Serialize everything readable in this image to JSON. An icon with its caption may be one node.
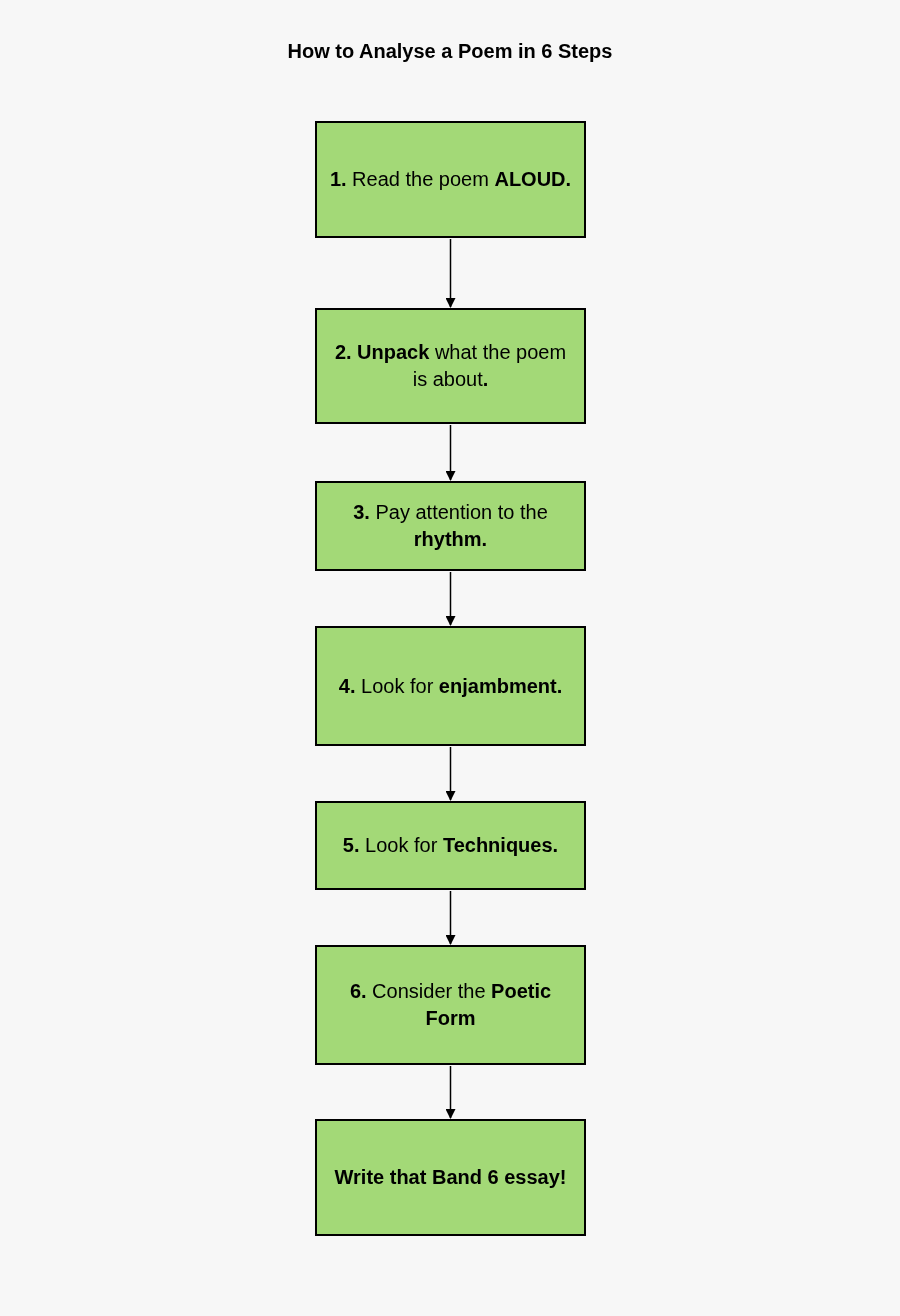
{
  "diagram": {
    "title": "How to Analyse a Poem in 6 Steps",
    "nodes": [
      {
        "text": [
          "**1.** Read the poem **ALOUD.**"
        ]
      },
      {
        "text": [
          "**2. Unpack** what the poem is about**.**"
        ]
      },
      {
        "text": [
          "**3.** Pay attention to the **rhythm.**"
        ]
      },
      {
        "text": [
          "**4.** Look for **enjambment.**"
        ]
      },
      {
        "text": [
          "**5.** Look for **Techniques.**"
        ]
      },
      {
        "text": [
          "**6.** Consider the **Poetic Form**"
        ]
      },
      {
        "text": [
          "Write that Band 6 essay!"
        ]
      }
    ],
    "edges": [
      {
        "from": 0,
        "to": 1,
        "arrow": "to"
      },
      {
        "from": 1,
        "to": 2,
        "arrow": "to"
      },
      {
        "from": 2,
        "to": 3,
        "arrow": "to"
      },
      {
        "from": 3,
        "to": 4,
        "arrow": "to"
      },
      {
        "from": 4,
        "to": 5,
        "arrow": "to"
      },
      {
        "from": 5,
        "to": 6,
        "arrow": "to"
      }
    ]
  }
}
